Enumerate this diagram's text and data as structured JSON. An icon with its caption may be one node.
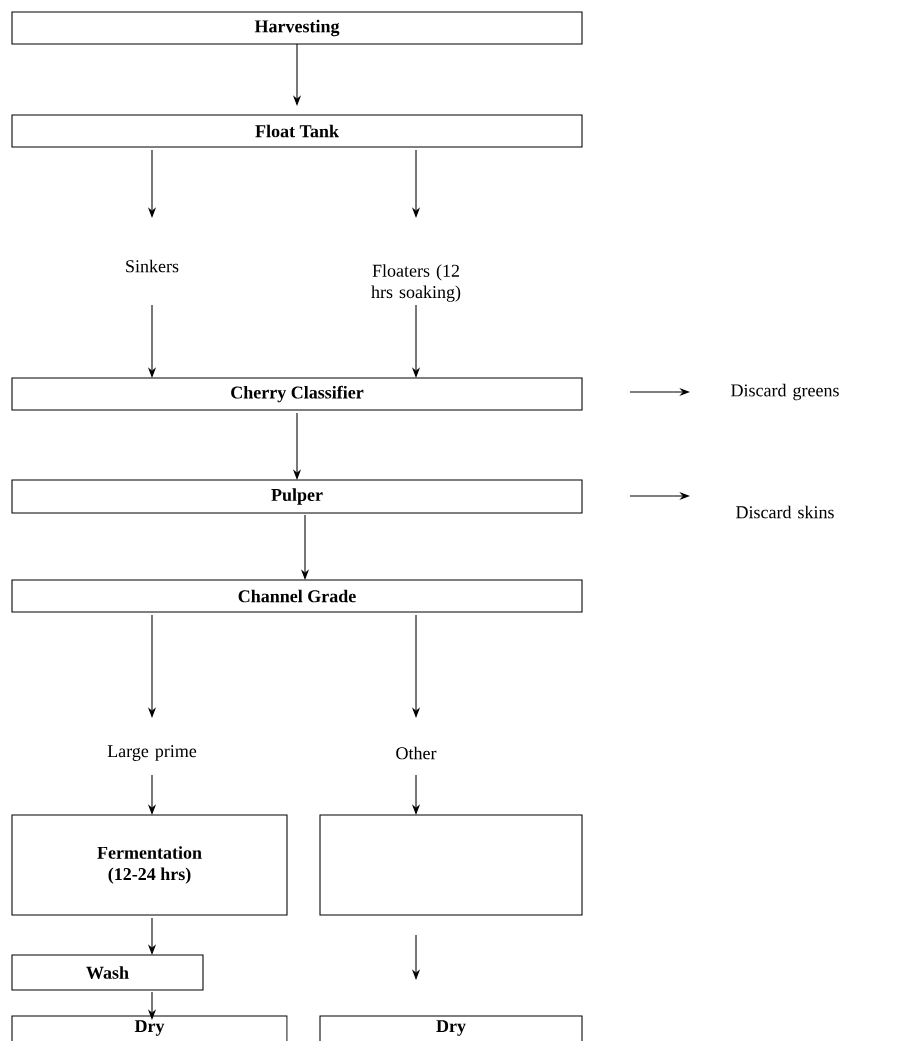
{
  "diagram": {
    "nodes": [
      {
        "text": [
          "Harvesting"
        ]
      },
      {
        "text": [
          "Float Tank"
        ]
      },
      {
        "text": [
          "Sinkers"
        ]
      },
      {
        "text": [
          "Floaters (12 hrs soaking)"
        ]
      },
      {
        "text": [
          "Cherry Classifier"
        ]
      },
      {
        "text": [
          "Discard greens"
        ]
      },
      {
        "text": [
          "Pulper"
        ]
      },
      {
        "text": [
          "Discard skins"
        ]
      },
      {
        "text": [
          "Channel Grade"
        ]
      },
      {
        "text": [
          "Large prime"
        ]
      },
      {
        "text": [
          "Other"
        ]
      },
      {
        "text": [
          "Fermentation (12-24 hrs)"
        ]
      },
      {
        "text": [],
        "shape": "box"
      },
      {
        "text": [
          "Wash"
        ]
      },
      {
        "text": [
          "Dry"
        ]
      },
      {
        "text": [
          "Dry"
        ]
      }
    ],
    "edges": [
      {
        "from": 0,
        "to": 1,
        "arrow": "to"
      },
      {
        "from": 1,
        "to": 2,
        "arrow": "to"
      },
      {
        "from": 1,
        "to": 3,
        "arrow": "to"
      },
      {
        "from": 2,
        "to": 4,
        "arrow": "to"
      },
      {
        "from": 3,
        "to": 4,
        "arrow": "to"
      },
      {
        "from": 4,
        "to": 5,
        "arrow": "to"
      },
      {
        "from": 4,
        "to": 6,
        "arrow": "to"
      },
      {
        "from": 6,
        "to": 7,
        "arrow": "to"
      },
      {
        "from": 6,
        "to": 8,
        "arrow": "to"
      },
      {
        "from": 8,
        "to": 9,
        "arrow": "to"
      },
      {
        "from": 8,
        "to": 10,
        "arrow": "to"
      },
      {
        "from": 9,
        "to": 11,
        "arrow": "to"
      },
      {
        "from": 10,
        "to": 12,
        "arrow": "to"
      },
      {
        "from": 11,
        "to": 13,
        "arrow": "to"
      },
      {
        "from": 12,
        "to": 15,
        "arrow": "to"
      },
      {
        "from": 13,
        "to": 14,
        "arrow": "to"
      }
    ]
  }
}
